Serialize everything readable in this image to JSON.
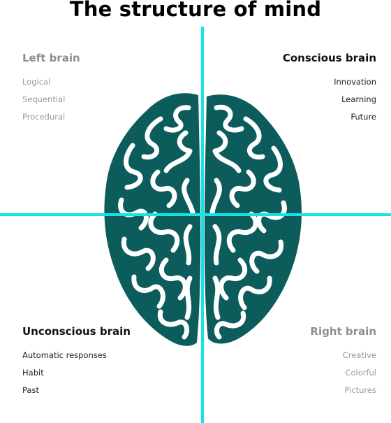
{
  "title": "The structure of mind",
  "quadrants": {
    "top_left": {
      "heading": "Left brain",
      "items": [
        "Logical",
        "Sequential",
        "Procedural"
      ]
    },
    "top_right": {
      "heading": "Conscious brain",
      "items": [
        "Innovation",
        "Learning",
        "Future"
      ]
    },
    "bottom_left": {
      "heading": "Unconscious brain",
      "items": [
        "Automatic responses",
        "Habit",
        "Past"
      ]
    },
    "bottom_right": {
      "heading": "Right brain",
      "items": [
        "Creative",
        "Colorful",
        "Pictures"
      ]
    }
  },
  "colors": {
    "axis": "#17e3e6",
    "brain": "#0d5c5c",
    "muted": "#8e8e8e",
    "dark": "#111111"
  },
  "icon": "brain-icon"
}
